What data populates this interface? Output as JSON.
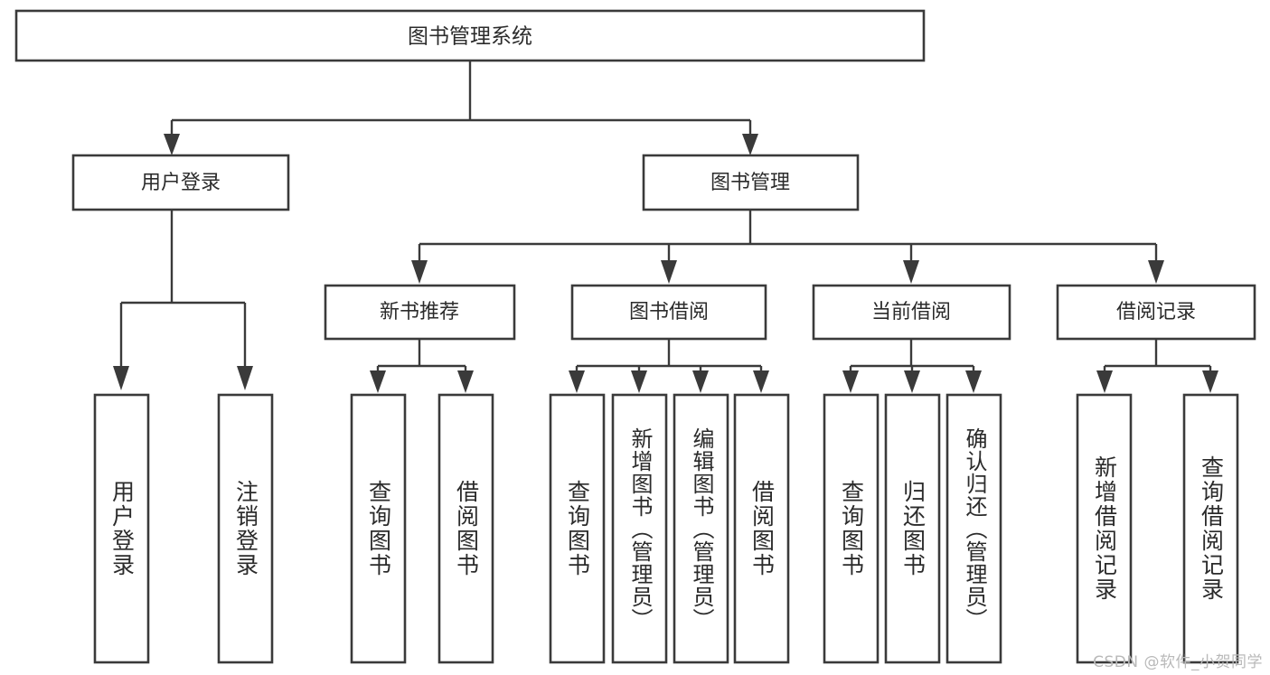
{
  "diagram": {
    "type": "tree",
    "title": "图书管理系统",
    "orientation": "top-down",
    "colors": {
      "box_stroke": "#3a3a3a",
      "box_fill": "#ffffff",
      "link": "#3a3a3a",
      "text": "#2b2b2b",
      "watermark": "#b9b9b9",
      "background": "#ffffff"
    },
    "root": {
      "label": "图书管理系统"
    },
    "level1": [
      {
        "label": "用户登录"
      },
      {
        "label": "图书管理"
      }
    ],
    "level2": [
      {
        "label": "新书推荐"
      },
      {
        "label": "图书借阅"
      },
      {
        "label": "当前借阅"
      },
      {
        "label": "借阅记录"
      }
    ],
    "leaves": {
      "user_login": [
        {
          "label": "用户登录"
        },
        {
          "label": "注销登录"
        }
      ],
      "new_book_recommend": [
        {
          "label": "查询图书"
        },
        {
          "label": "借阅图书"
        }
      ],
      "book_borrow": [
        {
          "label": "查询图书"
        },
        {
          "label": "新增图书（管理员）"
        },
        {
          "label": "编辑图书（管理员）"
        },
        {
          "label": "借阅图书"
        }
      ],
      "current_borrow": [
        {
          "label": "查询图书"
        },
        {
          "label": "归还图书"
        },
        {
          "label": "确认归还（管理员）"
        }
      ],
      "borrow_record": [
        {
          "label": "新增借阅记录"
        },
        {
          "label": "查询借阅记录"
        }
      ]
    }
  },
  "watermark": {
    "text": "CSDN @软件_小贺同学"
  }
}
